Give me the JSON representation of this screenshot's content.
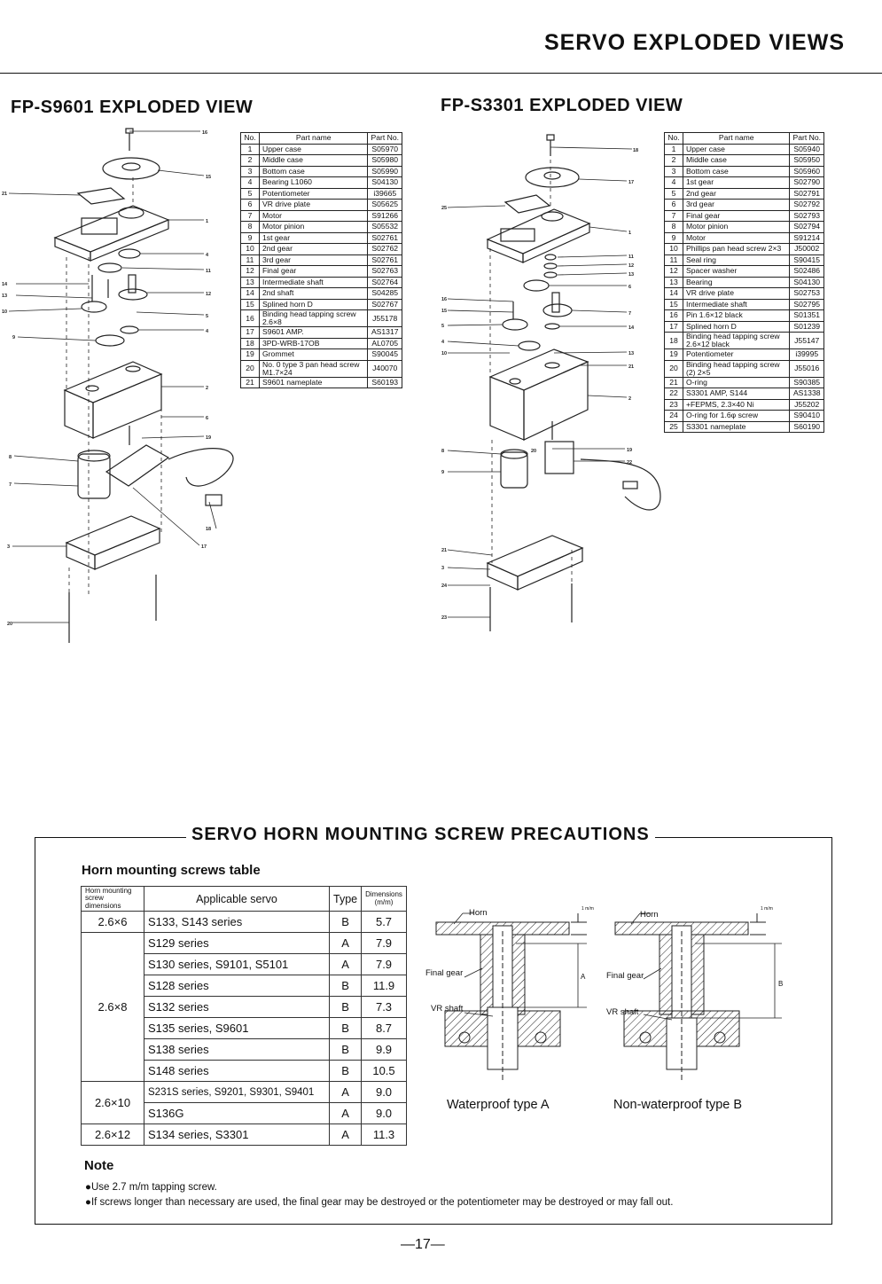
{
  "header": {
    "title": "SERVO EXPLODED VIEWS"
  },
  "left": {
    "title": "FP-S9601 EXPLODED VIEW",
    "table": {
      "headers": [
        "No.",
        "Part name",
        "Part No."
      ],
      "rows": [
        [
          "1",
          "Upper case",
          "S05970"
        ],
        [
          "2",
          "Middle case",
          "S05980"
        ],
        [
          "3",
          "Bottom case",
          "S05990"
        ],
        [
          "4",
          "Bearing L1060",
          "S04130"
        ],
        [
          "5",
          "Potentiometer",
          "i39665"
        ],
        [
          "6",
          "VR drive plate",
          "S05625"
        ],
        [
          "7",
          "Motor",
          "S91266"
        ],
        [
          "8",
          "Motor pinion",
          "S05532"
        ],
        [
          "9",
          "1st gear",
          "S02761"
        ],
        [
          "10",
          "2nd gear",
          "S02762"
        ],
        [
          "11",
          "3rd gear",
          "S02761"
        ],
        [
          "12",
          "Final gear",
          "S02763"
        ],
        [
          "13",
          "Intermediate shaft",
          "S02764"
        ],
        [
          "14",
          "2nd shaft",
          "S04285"
        ],
        [
          "15",
          "Splined horn D",
          "S02767"
        ],
        [
          "16",
          "Binding head tapping screw 2.6×8",
          "J55178"
        ],
        [
          "17",
          "S9601 AMP.",
          "AS1317"
        ],
        [
          "18",
          "3PD-WRB-17OB",
          "AL0705"
        ],
        [
          "19",
          "Grommet",
          "S90045"
        ],
        [
          "20",
          "No. 0 type 3 pan head screw M1.7×24",
          "J40070"
        ],
        [
          "21",
          "S9601 nameplate",
          "S60193"
        ]
      ]
    },
    "callouts": [
      "16",
      "15",
      "21",
      "1",
      "4",
      "14",
      "11",
      "13",
      "12",
      "10",
      "5",
      "9",
      "4",
      "2",
      "6",
      "19",
      "8",
      "7",
      "18",
      "3",
      "17",
      "20"
    ]
  },
  "right": {
    "title": "FP-S3301 EXPLODED VIEW",
    "table": {
      "headers": [
        "No.",
        "Part name",
        "Part No."
      ],
      "rows": [
        [
          "1",
          "Upper case",
          "S05940"
        ],
        [
          "2",
          "Middle case",
          "S05950"
        ],
        [
          "3",
          "Bottom case",
          "S05960"
        ],
        [
          "4",
          "1st gear",
          "S02790"
        ],
        [
          "5",
          "2nd gear",
          "S02791"
        ],
        [
          "6",
          "3rd gear",
          "S02792"
        ],
        [
          "7",
          "Final gear",
          "S02793"
        ],
        [
          "8",
          "Motor pinion",
          "S02794"
        ],
        [
          "9",
          "Motor",
          "S91214"
        ],
        [
          "10",
          "Phillips pan head screw 2×3",
          "J50002"
        ],
        [
          "11",
          "Seal ring",
          "S90415"
        ],
        [
          "12",
          "Spacer washer",
          "S02486"
        ],
        [
          "13",
          "Bearing",
          "S04130"
        ],
        [
          "14",
          "VR drive plate",
          "S02753"
        ],
        [
          "15",
          "Intermediate shaft",
          "S02795"
        ],
        [
          "16",
          "Pin 1.6×12 black",
          "S01351"
        ],
        [
          "17",
          "Splined horn D",
          "S01239"
        ],
        [
          "18",
          "Binding head tapping screw 2.6×12 black",
          "J55147"
        ],
        [
          "19",
          "Potentiometer",
          "i39995"
        ],
        [
          "20",
          "Binding head tapping screw (2) 2×5",
          "J55016"
        ],
        [
          "21",
          "O-ring",
          "S90385"
        ],
        [
          "22",
          "S3301 AMP, S144",
          "AS1338"
        ],
        [
          "23",
          "+FEPMS, 2.3×40 Ni",
          "J55202"
        ],
        [
          "24",
          "O-ring for 1.6φ screw",
          "S90410"
        ],
        [
          "25",
          "S3301 nameplate",
          "S60190"
        ]
      ]
    },
    "callouts": [
      "18",
      "17",
      "25",
      "1",
      "11",
      "12",
      "13",
      "6",
      "16",
      "15",
      "7",
      "5",
      "14",
      "4",
      "10",
      "13",
      "21",
      "2",
      "19",
      "8",
      "20",
      "22",
      "9",
      "21",
      "3",
      "24",
      "23"
    ]
  },
  "precautions": {
    "title": "SERVO HORN MOUNTING SCREW PRECAUTIONS",
    "table_title": "Horn mounting screws table",
    "headers": {
      "dimensions": "Horn mounting screw dimensions",
      "applicable": "Applicable servo",
      "type": "Type",
      "dims_mm": "Dimensions (m/m)"
    },
    "rows": [
      {
        "dim": "2.6×6",
        "servo": "S133, S143 series",
        "type": "B",
        "value": "5.7"
      },
      {
        "dim": "2.6×8",
        "servo": "S129 series",
        "type": "A",
        "value": "7.9"
      },
      {
        "dim": "",
        "servo": "S130 series, S9101, S5101",
        "type": "A",
        "value": "7.9"
      },
      {
        "dim": "",
        "servo": "S128 series",
        "type": "B",
        "value": "11.9"
      },
      {
        "dim": "",
        "servo": "S132 series",
        "type": "B",
        "value": "7.3"
      },
      {
        "dim": "",
        "servo": "S135 series, S9601",
        "type": "B",
        "value": "8.7"
      },
      {
        "dim": "",
        "servo": "S138 series",
        "type": "B",
        "value": "9.9"
      },
      {
        "dim": "",
        "servo": "S148 series",
        "type": "B",
        "value": "10.5"
      },
      {
        "dim": "2.6×10",
        "servo": "S231S series, S9201, S9301, S9401",
        "type": "A",
        "value": "9.0"
      },
      {
        "dim": "",
        "servo": "S136G",
        "type": "A",
        "value": "9.0"
      },
      {
        "dim": "2.6×12",
        "servo": "S134 series, S3301",
        "type": "A",
        "value": "11.3"
      }
    ],
    "diagram": {
      "horn_label": "Horn",
      "final_gear_label": "Final gear",
      "vr_shaft_label": "VR shaft",
      "dim_a": "A",
      "dim_b": "B",
      "dim_small": "1 m/m",
      "caption_a": "Waterproof type A",
      "caption_b": "Non-waterproof type B"
    },
    "note_title": "Note",
    "notes": [
      "●Use 2.7 m/m tapping screw.",
      "●If screws longer than necessary are used, the final gear may be destroyed or the potentiometer may be destroyed or may fall out."
    ]
  },
  "page_number": "—17—"
}
